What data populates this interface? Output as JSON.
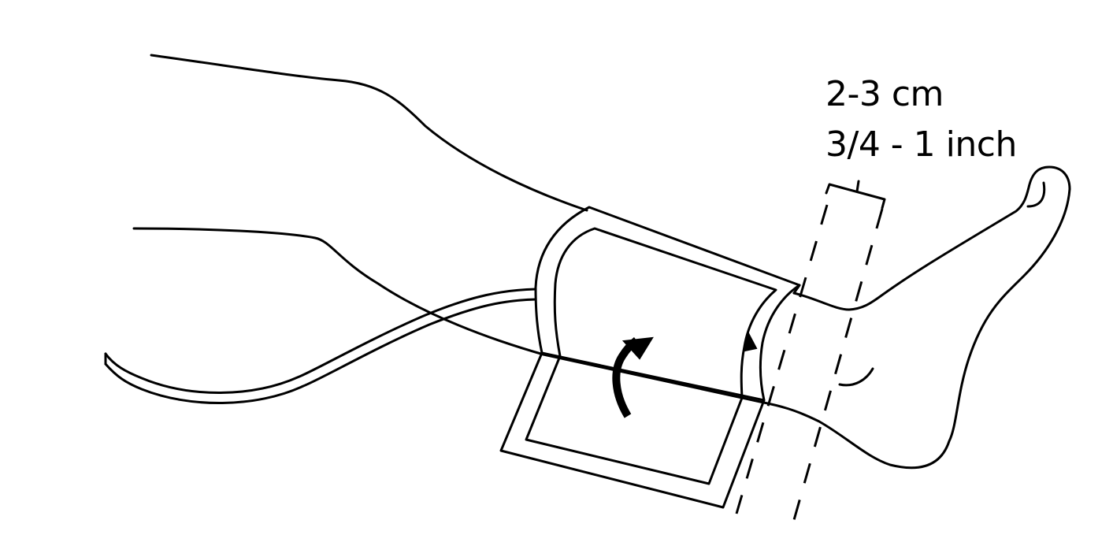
{
  "diagram": {
    "subject": "blood pressure cuff wrapped on lower leg above ankle",
    "measurement": {
      "metric": "2-3 cm",
      "imperial": "3/4 - 1 inch"
    },
    "colors": {
      "stroke": "#000000",
      "background": "#ffffff"
    },
    "elements": [
      "leg-outline",
      "foot-outline",
      "cuff",
      "air-tube",
      "wrap-arrow",
      "edge-direction-arrow",
      "distance-bracket",
      "guide-dashed-lines"
    ]
  }
}
